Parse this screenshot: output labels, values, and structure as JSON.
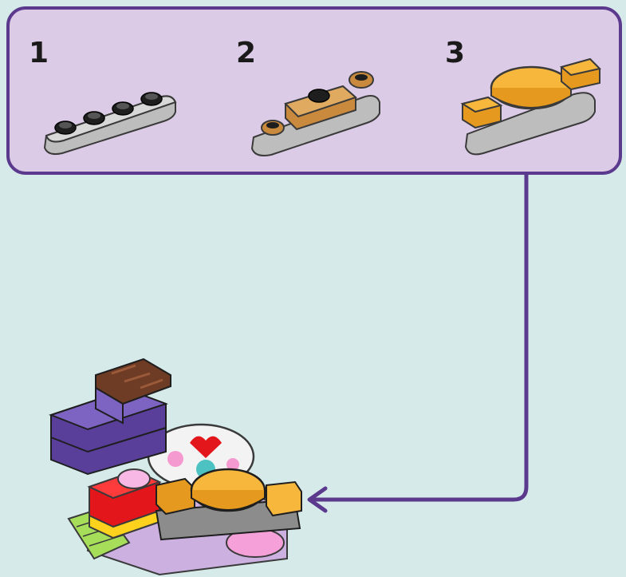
{
  "diagram": {
    "steps": [
      {
        "number": "1",
        "part": "grey-plate-four-studs"
      },
      {
        "number": "2",
        "part": "tan-tile-with-studs"
      },
      {
        "number": "3",
        "part": "orange-round-tile-assembly"
      }
    ],
    "colors": {
      "background": "#d6eaea",
      "callout_fill": "#dccbe6",
      "callout_border": "#5b3a8e",
      "arrow": "#5b3a8e",
      "plate_grey": "#b8b8b8",
      "tile_tan": "#d9a15a",
      "tile_orange": "#f7b63c",
      "brick_purple": "#6a4fa8",
      "brick_red": "#e3161b",
      "chocolate": "#6e3b24"
    }
  }
}
